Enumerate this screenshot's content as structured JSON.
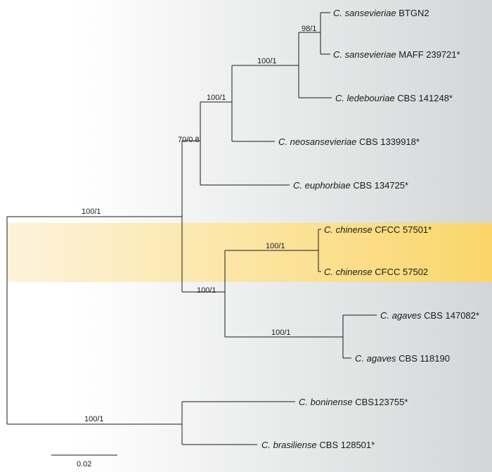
{
  "tree": {
    "colors": {
      "background_left": "#ffffff",
      "background_right": "#d3d6d7",
      "highlight_left": "#fdf3dc",
      "highlight_right": "#fad669",
      "branch": "#1a1a1a"
    },
    "support_values": [
      {
        "id": "root-top",
        "label": "100/1"
      },
      {
        "id": "clade-main",
        "label": "70/0.8"
      },
      {
        "id": "clade-sansevieriae-group",
        "label": "100/1"
      },
      {
        "id": "clade-sansevieriae-ledebouriae",
        "label": "100/1"
      },
      {
        "id": "clade-sansevieriae",
        "label": "98/1"
      },
      {
        "id": "clade-chinense-agaves",
        "label": "100/1"
      },
      {
        "id": "clade-chinense",
        "label": "100/1"
      },
      {
        "id": "clade-agaves",
        "label": "100/1"
      },
      {
        "id": "clade-boninense-brasiliense",
        "label": "100/1"
      }
    ],
    "taxa": [
      {
        "genus": "C.",
        "species": "sansevieriae",
        "strain": "BTGN2",
        "highlighted": false
      },
      {
        "genus": "C.",
        "species": "sansevieriae",
        "strain": "MAFF 239721*",
        "highlighted": false
      },
      {
        "genus": "C.",
        "species": "ledebouriae",
        "strain": "CBS 141248*",
        "highlighted": false
      },
      {
        "genus": "C.",
        "species": "neosansevieriae",
        "strain": "CBS 1339918*",
        "highlighted": false
      },
      {
        "genus": "C.",
        "species": "euphorbiae",
        "strain": "CBS 134725*",
        "highlighted": false
      },
      {
        "genus": "C.",
        "species": "chinense",
        "strain": "CFCC 57501*",
        "highlighted": true
      },
      {
        "genus": "C.",
        "species": "chinense",
        "strain": "CFCC 57502",
        "highlighted": true
      },
      {
        "genus": "C.",
        "species": "agaves",
        "strain": "CBS 147082*",
        "highlighted": false
      },
      {
        "genus": "C.",
        "species": "agaves",
        "strain": "CBS 118190",
        "highlighted": false
      },
      {
        "genus": "C.",
        "species": "boninense",
        "strain": "CBS123755*",
        "highlighted": false
      },
      {
        "genus": "C.",
        "species": "brasiliense",
        "strain": "CBS 128501*",
        "highlighted": false
      }
    ],
    "scale_bar": {
      "label": "0.02"
    }
  }
}
